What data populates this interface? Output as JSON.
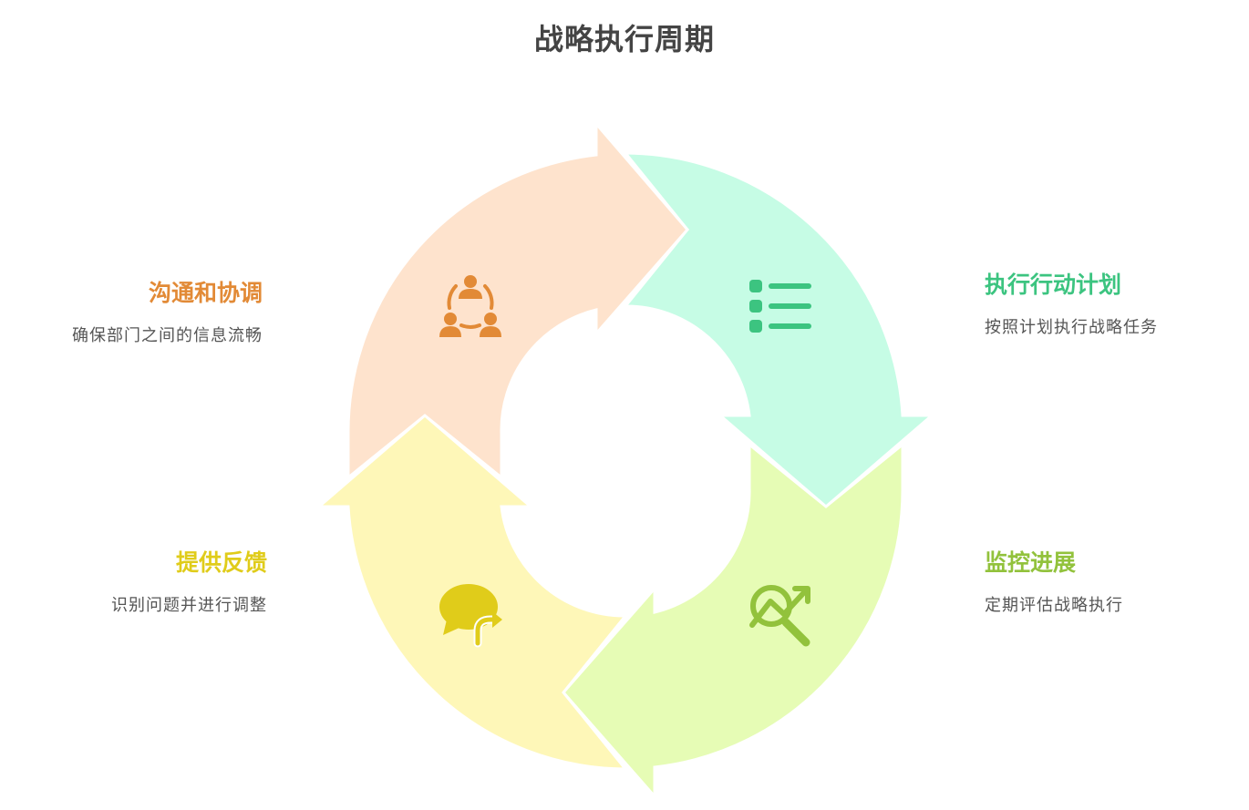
{
  "title": "战略执行周期",
  "steps": [
    {
      "heading": "执行行动计划",
      "description": "按照计划执行战略任务",
      "icon": "list-icon",
      "fill": "#c6fce5",
      "accent": "#3cc480"
    },
    {
      "heading": "监控进展",
      "description": "定期评估战略执行",
      "icon": "chart-search-icon",
      "fill": "#e6fcb5",
      "accent": "#92c23c"
    },
    {
      "heading": "提供反馈",
      "description": "识别问题并进行调整",
      "icon": "feedback-chat-icon",
      "fill": "#fef7b8",
      "accent": "#e0cc1a"
    },
    {
      "heading": "沟通和协调",
      "description": "确保部门之间的信息流畅",
      "icon": "team-collaboration-icon",
      "fill": "#fee3cd",
      "accent": "#e28a36"
    }
  ]
}
